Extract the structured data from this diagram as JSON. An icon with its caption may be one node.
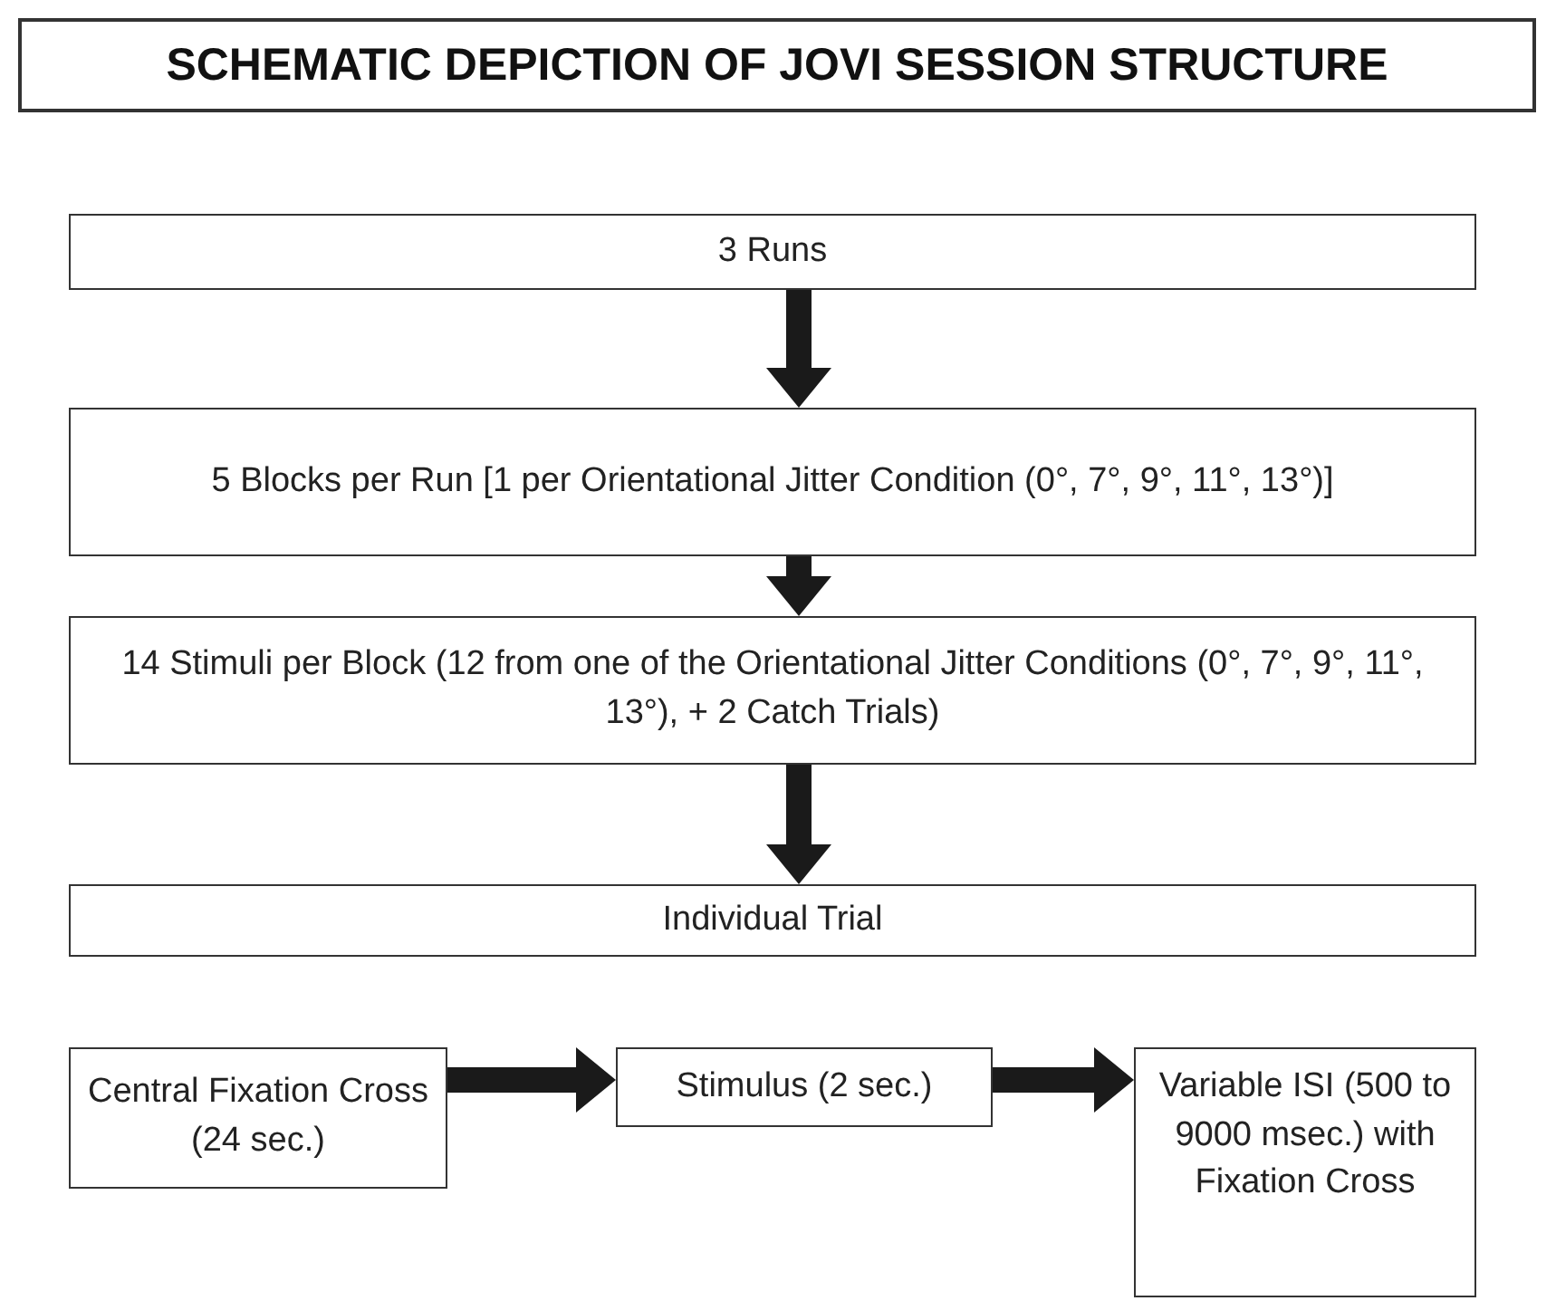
{
  "diagram": {
    "title": "SCHEMATIC DEPICTION OF JOVI SESSION STRUCTURE",
    "nodes": [
      {
        "text": [
          "3 Runs"
        ]
      },
      {
        "text": [
          "5 Blocks per Run [1 per Orientational Jitter Condition (0°, 7°, 9°, 11°, 13°)]"
        ]
      },
      {
        "text": [
          "14 Stimuli per Block (12 from one of the Orientational Jitter Conditions (0°, 7°, 9°, 11°, 13°), + 2 Catch Trials)"
        ]
      },
      {
        "text": [
          "Individual Trial"
        ]
      },
      {
        "text": [
          "Central Fixation Cross (24 sec.)"
        ]
      },
      {
        "text": [
          "Stimulus (2 sec.)"
        ]
      },
      {
        "text": [
          "Variable ISI (500 to 9000 msec.) with Fixation Cross"
        ]
      }
    ],
    "edges": [
      {
        "from": 0,
        "to": 1,
        "arrow": "to"
      },
      {
        "from": 1,
        "to": 2,
        "arrow": "to"
      },
      {
        "from": 2,
        "to": 3,
        "arrow": "to"
      },
      {
        "from": 4,
        "to": 5,
        "arrow": "to"
      },
      {
        "from": 5,
        "to": 6,
        "arrow": "to"
      }
    ]
  }
}
